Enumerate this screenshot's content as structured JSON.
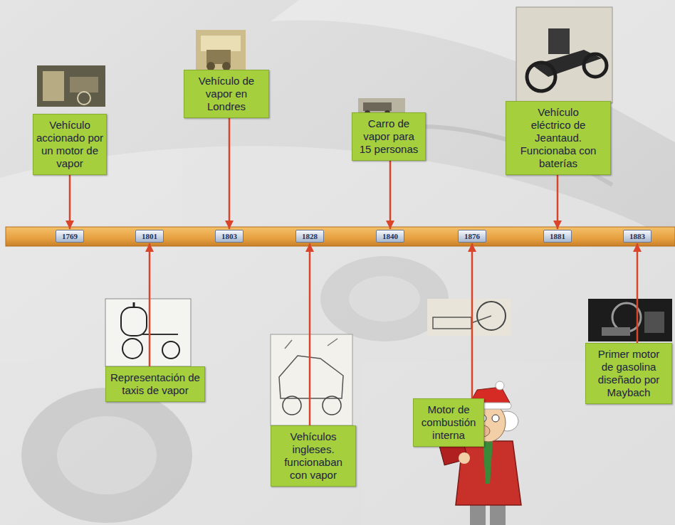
{
  "diagram": {
    "nodes": [
      {
        "text": [
          "Vehículo accionado por un motor de vapor"
        ]
      },
      {
        "text": [
          "Representación de taxis de vapor"
        ]
      },
      {
        "text": [
          "Vehículo de vapor en Londres"
        ]
      },
      {
        "text": [
          "Vehículos ingleses. funcionaban con vapor"
        ]
      },
      {
        "text": [
          "Carro de vapor para 15 personas"
        ]
      },
      {
        "text": [
          "Motor de combustión interna"
        ]
      },
      {
        "text": [
          "Vehículo eléctrico de Jeantaud. Funcionaba con baterías"
        ]
      },
      {
        "text": [
          "Primer motor de gasolina diseñado por Maybach"
        ]
      },
      {
        "text": [
          "1769"
        ]
      },
      {
        "text": [
          "1801"
        ]
      },
      {
        "text": [
          "1803"
        ]
      },
      {
        "text": [
          "1828"
        ]
      },
      {
        "text": [
          "1840"
        ]
      },
      {
        "text": [
          "1876"
        ]
      },
      {
        "text": [
          "1881"
        ]
      },
      {
        "text": [
          "1883"
        ]
      }
    ],
    "edges": [
      {
        "from": 0,
        "to": 8,
        "arrow": "to"
      },
      {
        "from": 1,
        "to": 9,
        "arrow": "to"
      },
      {
        "from": 2,
        "to": 10,
        "arrow": "to"
      },
      {
        "from": 3,
        "to": 11,
        "arrow": "to"
      },
      {
        "from": 4,
        "to": 12,
        "arrow": "to"
      },
      {
        "from": 5,
        "to": 13,
        "arrow": "to"
      },
      {
        "from": 6,
        "to": 14,
        "arrow": "to"
      },
      {
        "from": 7,
        "to": 15,
        "arrow": "to"
      }
    ]
  }
}
